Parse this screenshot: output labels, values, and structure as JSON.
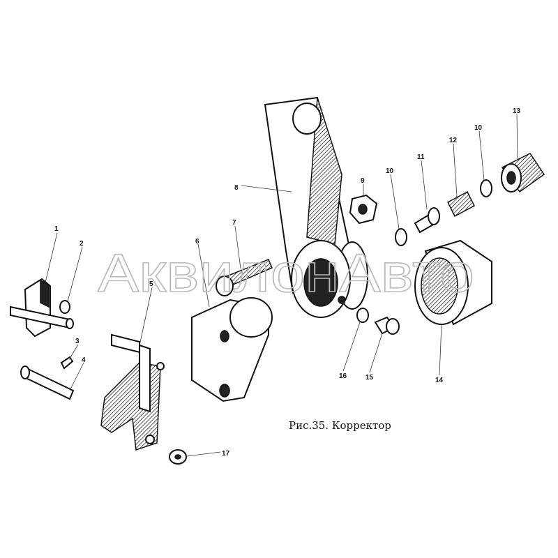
{
  "caption": "Рис.35. Корректор",
  "watermark": "АквилонАвто",
  "labels": [
    "1",
    "2",
    "3",
    "4",
    "5",
    "6",
    "7",
    "8",
    "9",
    "10",
    "11",
    "12",
    "10",
    "13",
    "14",
    "15",
    "16",
    "17"
  ]
}
